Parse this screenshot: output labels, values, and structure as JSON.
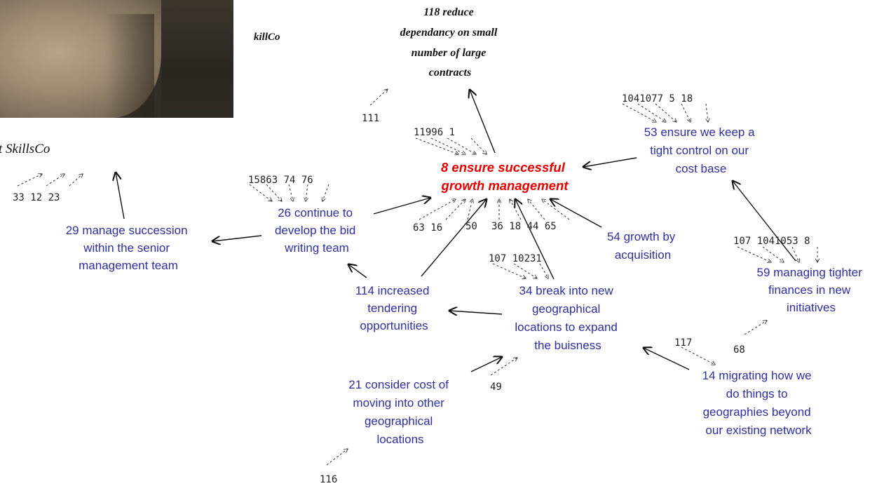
{
  "photo_caption_partial": "t SkillsCo",
  "photo_caption_side": "killCo",
  "central_node": {
    "id": "8",
    "lines": [
      "8 ensure successful",
      "growth management"
    ]
  },
  "top_node": {
    "id": "118",
    "lines": [
      "118 reduce",
      "dependancy on small",
      "number of large",
      "contracts"
    ]
  },
  "nodes": [
    {
      "id": "53",
      "lines": [
        "53 ensure we keep a",
        "tight control on our",
        "cost base"
      ]
    },
    {
      "id": "26",
      "lines": [
        "26 continue to",
        "develop the bid",
        "writing team"
      ]
    },
    {
      "id": "29",
      "lines": [
        "29 manage succession",
        "within the senior",
        "management team"
      ]
    },
    {
      "id": "54",
      "lines": [
        "54 growth by",
        "acquisition"
      ]
    },
    {
      "id": "114",
      "lines": [
        "114 increased",
        "tendering",
        "opportunities"
      ]
    },
    {
      "id": "34",
      "lines": [
        "34 break into new",
        "geographical",
        "locations to expand",
        "the buisness"
      ]
    },
    {
      "id": "59",
      "lines": [
        "59 managing tighter",
        "finances in new",
        "initiatives"
      ]
    },
    {
      "id": "21",
      "lines": [
        "21 consider cost of",
        "moving into other",
        "geographical",
        "locations"
      ]
    },
    {
      "id": "14",
      "lines": [
        "14 migrating how we",
        "do things to",
        "geographies beyond",
        "our existing network"
      ]
    }
  ],
  "loose_numbers": [
    {
      "key": "n111",
      "text": "111"
    },
    {
      "key": "n11996",
      "text": "11996 1"
    },
    {
      "key": "n53",
      "text": "1041077 5 18"
    },
    {
      "key": "n26",
      "text": "15863 74 76"
    },
    {
      "key": "n29",
      "text": "33 12 23"
    },
    {
      "key": "n8a",
      "text": "63 16"
    },
    {
      "key": "n8b",
      "text": "50"
    },
    {
      "key": "n8c",
      "text": "36 18 44 65"
    },
    {
      "key": "n34",
      "text": "107 10231"
    },
    {
      "key": "n59",
      "text": "107 1041053 8"
    },
    {
      "key": "n117",
      "text": "117"
    },
    {
      "key": "n68",
      "text": "68"
    },
    {
      "key": "n49",
      "text": "49"
    },
    {
      "key": "n116",
      "text": "116"
    }
  ],
  "colors": {
    "concept": "#2d2f9c",
    "central": "#e60000",
    "arrow": "#111111"
  }
}
